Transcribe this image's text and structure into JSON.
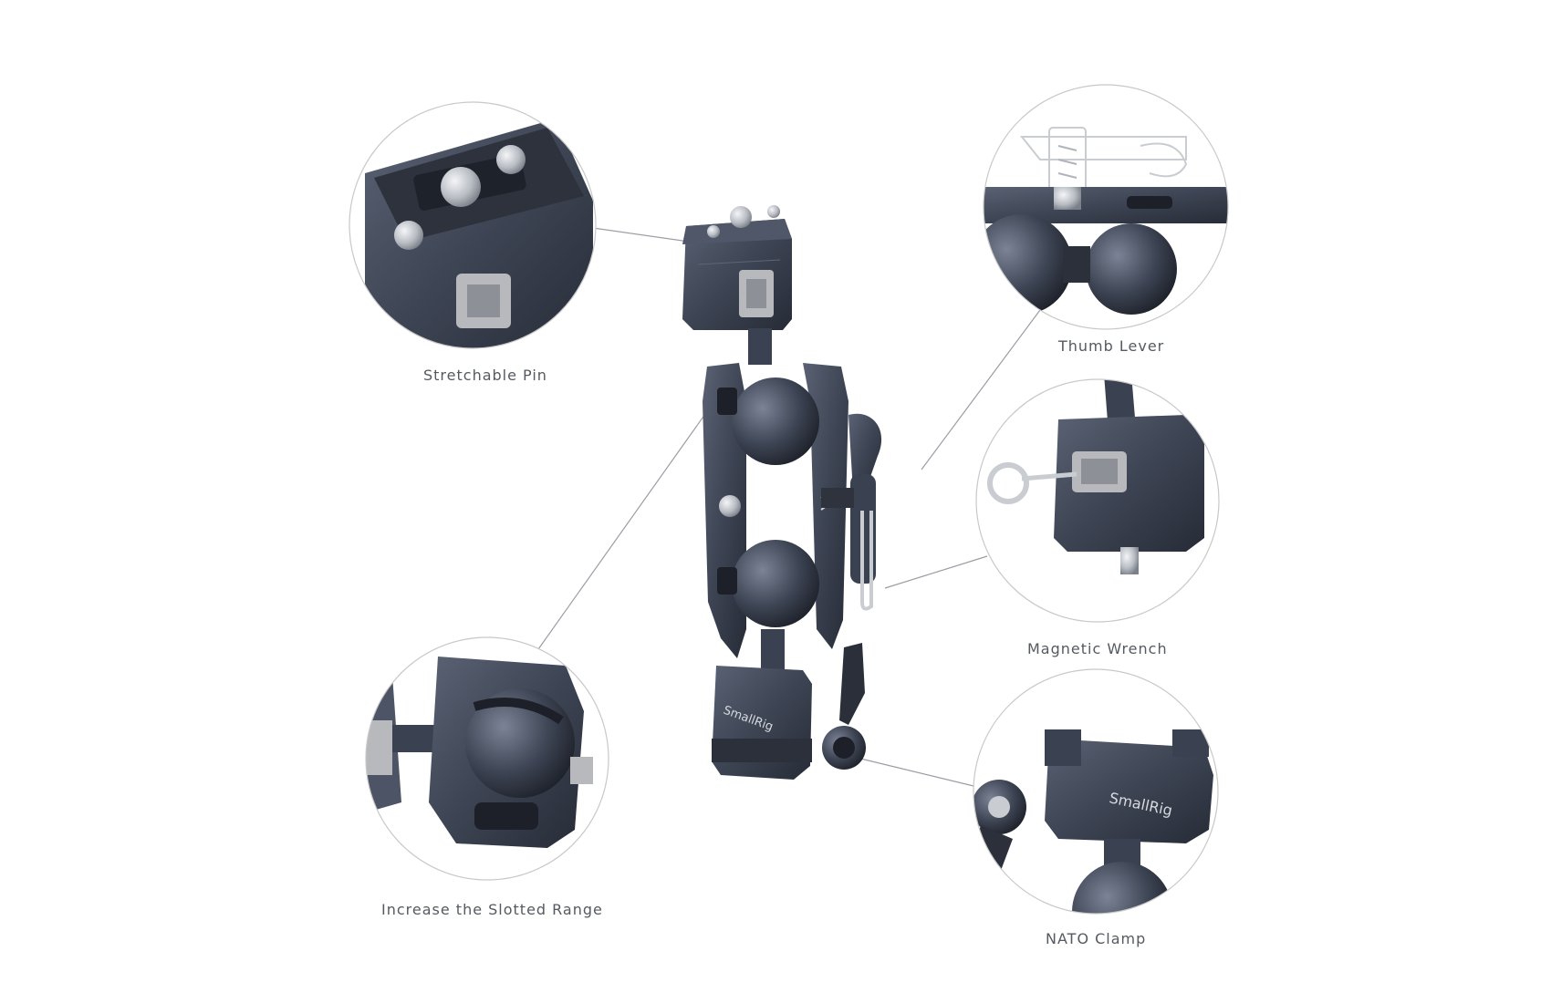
{
  "callouts": {
    "stretchable_pin": "Stretchable Pin",
    "thumb_lever": "Thumb Lever",
    "magnetic_wrench": "Magnetic Wrench",
    "increase_slotted_range": "Increase the Slotted Range",
    "nato_clamp": "NATO Clamp"
  },
  "brand": {
    "logo_text": "SmallRig"
  },
  "colors": {
    "metal_dark": "#3a4150",
    "metal_mid": "#4c5466",
    "metal_light": "#7d8596",
    "steel": "#c9ccd1",
    "leader_line": "#9a9ea4",
    "circle_border": "#c8c8c8",
    "label_text": "#555a60"
  }
}
